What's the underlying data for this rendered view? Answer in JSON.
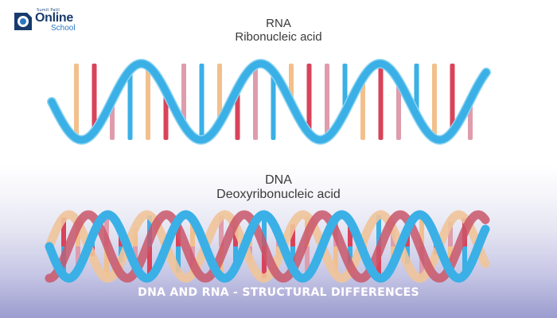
{
  "logo": {
    "tagline": "Sumit Patil",
    "word_main": "Online",
    "word_sub": "School"
  },
  "rna": {
    "abbr": "RNA",
    "full_name": "Ribonucleic acid"
  },
  "dna": {
    "abbr": "DNA",
    "full_name": "Deoxyribonucleic acid"
  },
  "caption": "DNA AND RNA - STRUCTURAL DIFFERENCES",
  "colors": {
    "backbone_blue": "#3ab0e6",
    "backbone_light_blue": "#8ed4f2",
    "backbone_red": "#c9566a",
    "backbone_peach": "#efc49a",
    "base_red": "#d9435a",
    "base_peach": "#f2c08c",
    "base_pink": "#df9cac",
    "base_blue": "#3ab0e6",
    "caption_bg": "#9c9ccf"
  }
}
